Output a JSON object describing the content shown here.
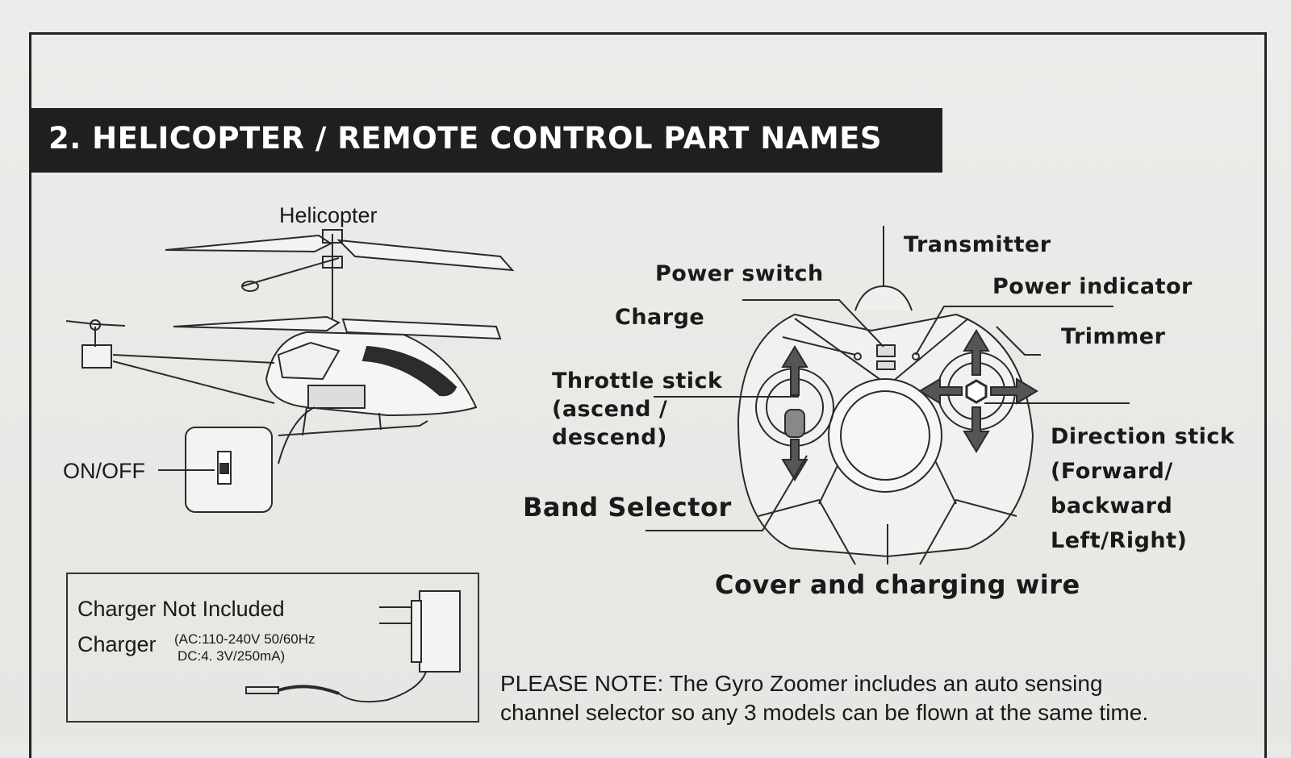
{
  "section": {
    "title": "2.  HELICOPTER / REMOTE CONTROL PART NAMES"
  },
  "helicopter": {
    "title": "Helicopter",
    "on_off_label": "ON/OFF"
  },
  "remote": {
    "transmitter": "Transmitter",
    "power_switch": "Power switch",
    "power_indicator": "Power indicator",
    "charge": "Charge",
    "trimmer": "Trimmer",
    "throttle_stick_line1": "Throttle stick",
    "throttle_stick_line2": "(ascend /",
    "throttle_stick_line3": "descend)",
    "direction_stick_line1": "Direction stick",
    "direction_stick_line2": "(Forward/",
    "direction_stick_line3": "backward",
    "direction_stick_line4": "Left/Right)",
    "band_selector": "Band Selector",
    "cover_wire": "Cover and charging wire"
  },
  "charger": {
    "not_included": "Charger Not Included",
    "label": "Charger",
    "spec_ac": "(AC:110-240V  50/60Hz",
    "spec_dc": "DC:4. 3V/250mA)"
  },
  "note": {
    "line1": "PLEASE NOTE: The Gyro Zoomer includes an auto sensing",
    "line2": "channel selector so any 3 models can be flown at the same time."
  }
}
